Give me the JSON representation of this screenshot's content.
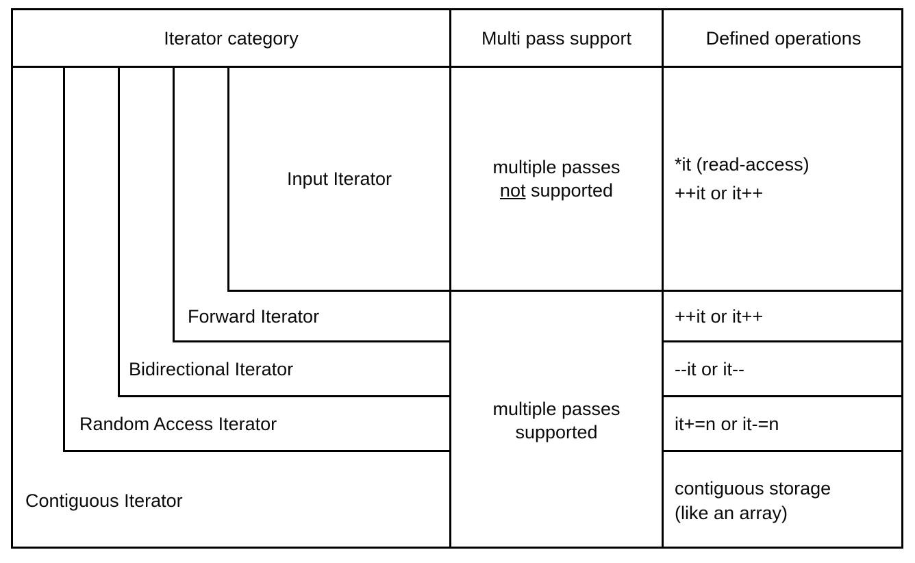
{
  "figure": {
    "header": {
      "iterator_category": "Iterator category",
      "multi_pass_support": "Multi pass support",
      "defined_operations": "Defined operations"
    },
    "rows": {
      "input": {
        "category": "Input Iterator",
        "multipass_line1": "multiple passes",
        "multipass_not": "not",
        "multipass_rest": " supported",
        "op_line1": "*it (read-access)",
        "op_line2": "++it or it++"
      },
      "forward": {
        "category": "Forward Iterator",
        "op": "++it or it++"
      },
      "bidirectional": {
        "category": "Bidirectional Iterator",
        "op": "--it or it--"
      },
      "random_access": {
        "category": "Random Access Iterator",
        "op": "it+=n or it-=n"
      },
      "contiguous": {
        "category": "Contiguous Iterator",
        "op_line1": "contiguous storage",
        "op_line2": "(like an array)"
      }
    },
    "merged_multipass": {
      "line1": "multiple passes",
      "line2": "supported"
    },
    "colors": {
      "border": "#000000",
      "background": "#ffffff"
    }
  }
}
